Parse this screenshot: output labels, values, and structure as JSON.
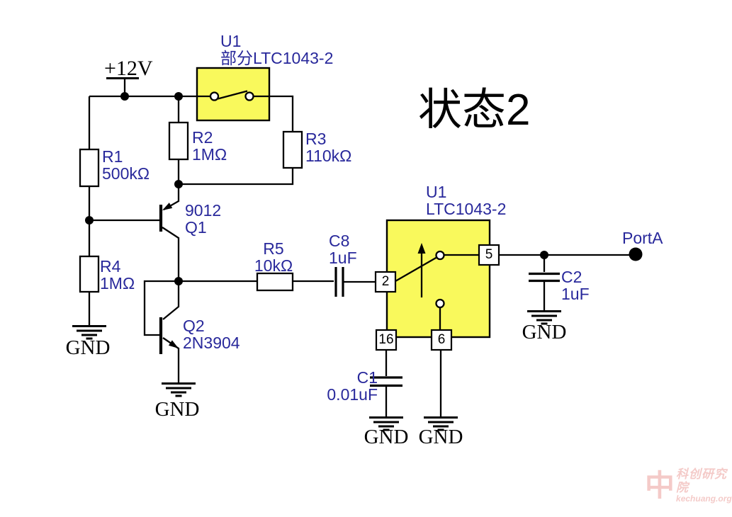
{
  "title": "状态2",
  "power": {
    "supply_label": "+12V",
    "ground_label": "GND"
  },
  "ics": {
    "u1_top": {
      "ref": "U1",
      "part": "部分LTC1043-2"
    },
    "u1_right": {
      "ref": "U1",
      "part": "LTC1043-2"
    },
    "pins": {
      "p2": "2",
      "p5": "5",
      "p16": "16",
      "p6": "6"
    }
  },
  "resistors": {
    "r1": {
      "ref": "R1",
      "value": "500kΩ"
    },
    "r2": {
      "ref": "R2",
      "value": "1MΩ"
    },
    "r3": {
      "ref": "R3",
      "value": "110kΩ"
    },
    "r4": {
      "ref": "R4",
      "value": "1MΩ"
    },
    "r5": {
      "ref": "R5",
      "value": "10kΩ"
    }
  },
  "capacitors": {
    "c8": {
      "ref": "C8",
      "value": "1uF"
    },
    "c1": {
      "ref": "C1",
      "value": "0.01uF"
    },
    "c2": {
      "ref": "C2",
      "value": "1uF"
    }
  },
  "transistors": {
    "q1": {
      "part": "9012",
      "ref": "Q1"
    },
    "q2": {
      "ref": "Q2",
      "part": "2N3904"
    }
  },
  "output": {
    "label": "PortA"
  },
  "watermark": {
    "logo_glyph": "中",
    "org": "科创研究院",
    "site": "kechuang.org"
  },
  "colors": {
    "label_blue": "#28289B",
    "highlight_yellow": "#F9F95C",
    "wire_black": "#000000",
    "watermark_red": "#D9453C"
  }
}
